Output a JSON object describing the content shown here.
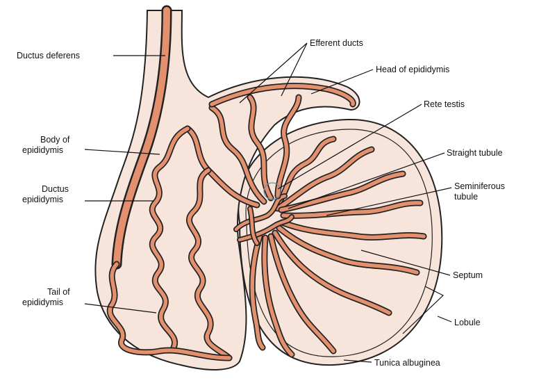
{
  "colors": {
    "tissue": "#f7e4da",
    "duct": "#e3906f",
    "outline": "#222222",
    "background": "#ffffff"
  },
  "labels": {
    "ductus_deferens": "Ductus deferens",
    "body_of_epididymis": [
      "Body of",
      "epididymis"
    ],
    "ductus_epididymis": [
      "Ductus",
      "epididymis"
    ],
    "tail_of_epididymis": [
      "Tail of",
      "epididymis"
    ],
    "efferent_ducts": "Efferent ducts",
    "head_of_epididymis": "Head of epididymis",
    "rete_testis": "Rete testis",
    "straight_tubule": "Straight tubule",
    "seminiferous_tubule": [
      "Seminiferous",
      "tubule"
    ],
    "septum": "Septum",
    "lobule": "Lobule",
    "tunica_albuginea": "Tunica albuginea"
  }
}
